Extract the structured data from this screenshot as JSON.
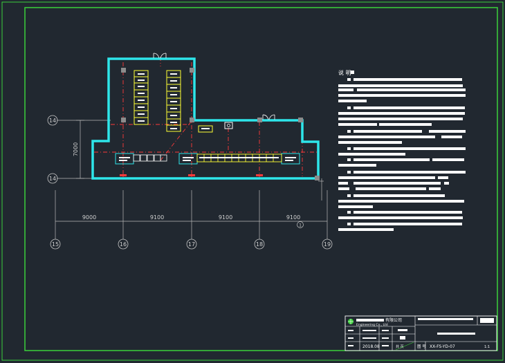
{
  "colors": {
    "background": "#212830",
    "border": "#3bd13b",
    "wall": "#2ee6ea",
    "redline": "#ff3a3a",
    "rack": "#ffff33",
    "text": "#ffffff",
    "dimension": "#c8c8c8"
  },
  "plan": {
    "row_axes": [
      "14",
      "14"
    ],
    "vertical_dimension": "7000",
    "column_axes": [
      "15",
      "16",
      "17",
      "18",
      "19"
    ],
    "column_dimensions": [
      "9000",
      "9100",
      "9100",
      "9100"
    ],
    "sub_axis": "1"
  },
  "notes": {
    "heading": "说 明"
  },
  "title_block": {
    "company_name": "有限公司",
    "company_name_en": "Engineering Co., Ltd",
    "date": "2018.08",
    "drawing_no_label": "图 号",
    "drawing_no": "XX-FS-YD-07",
    "scale": "1:1",
    "sheet_ref": "共 页"
  }
}
